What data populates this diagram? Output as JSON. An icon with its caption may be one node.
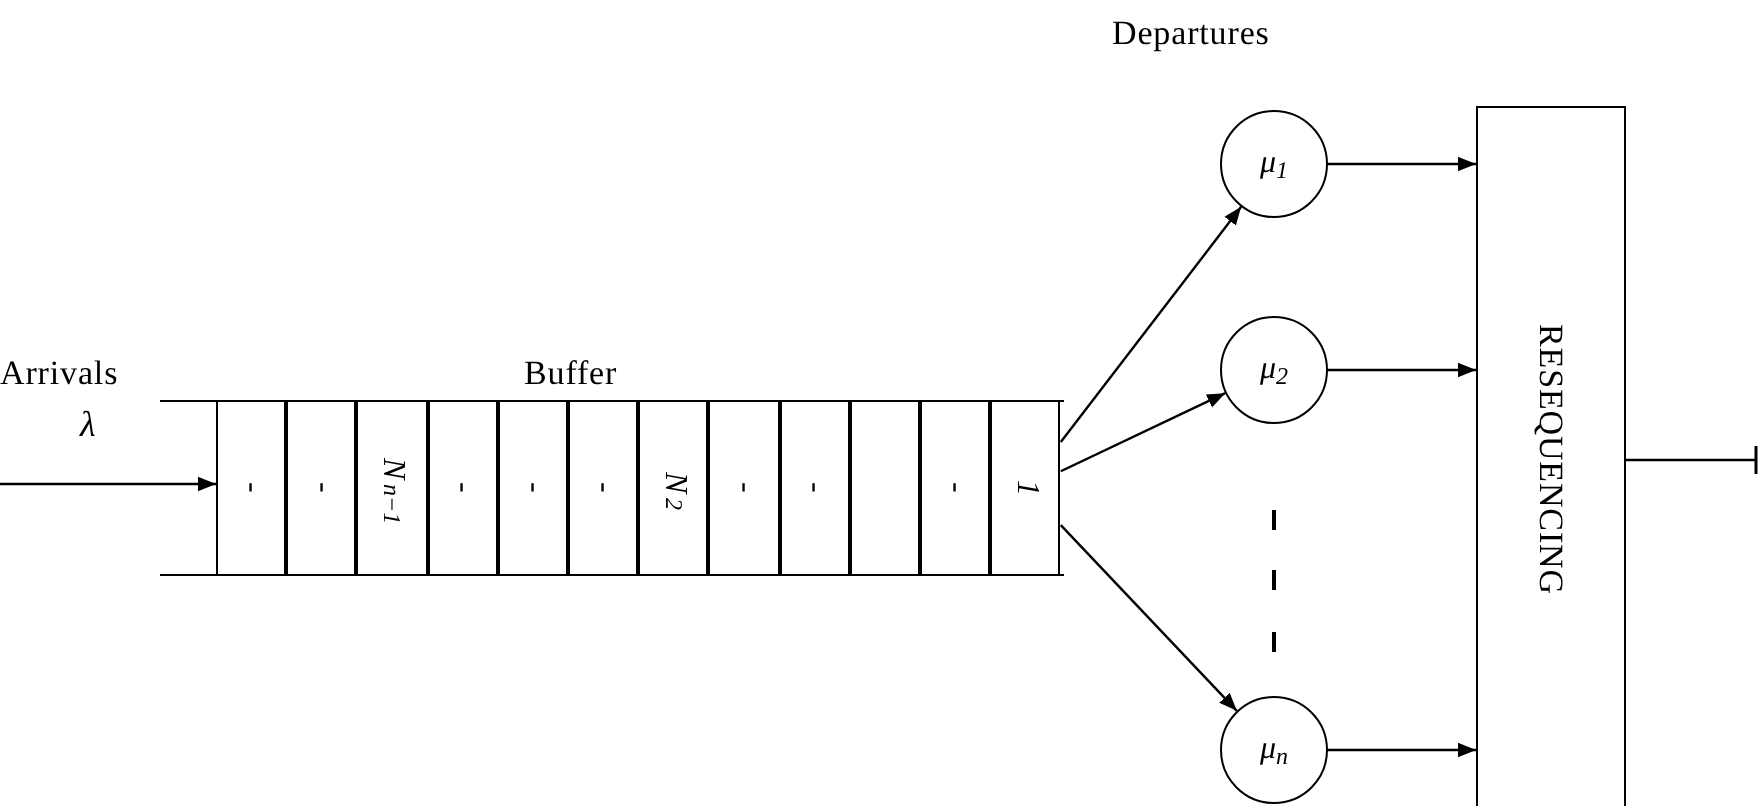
{
  "diagram": {
    "nodes": [
      {
        "text": [
          "Buffer"
        ]
      },
      {
        "text": [
          "-"
        ],
        "in": 0
      },
      {
        "text": [
          "-"
        ],
        "in": 0
      },
      {
        "text": [
          "N$_{n−1}$"
        ],
        "in": 0
      },
      {
        "text": [
          "-"
        ],
        "in": 0
      },
      {
        "text": [
          "-"
        ],
        "in": 0
      },
      {
        "text": [
          "-"
        ],
        "in": 0
      },
      {
        "text": [
          "N$_{2}$"
        ],
        "in": 0
      },
      {
        "text": [
          "-"
        ],
        "in": 0
      },
      {
        "text": [
          "-"
        ],
        "in": 0
      },
      {
        "text": [],
        "shape": "box",
        "in": 0
      },
      {
        "text": [
          "-"
        ],
        "in": 0
      },
      {
        "text": [
          "1"
        ],
        "in": 0
      },
      {
        "text": [
          "μ$_{1}$"
        ]
      },
      {
        "text": [
          "μ$_{2}$"
        ]
      },
      {
        "text": [
          "μ$_{n}$"
        ]
      },
      {
        "text": [
          "RESEQUENCING"
        ]
      }
    ],
    "edges": [
      {
        "from": null,
        "to": 1,
        "arrow": "to",
        "label": "λ"
      },
      {
        "from": 12,
        "to": 13,
        "arrow": "to"
      },
      {
        "from": 12,
        "to": 14,
        "arrow": "to"
      },
      {
        "from": 12,
        "to": 15,
        "arrow": "to"
      },
      {
        "from": 13,
        "to": 16,
        "arrow": "to"
      },
      {
        "from": 14,
        "to": 16,
        "arrow": "to"
      },
      {
        "from": 15,
        "to": 16,
        "arrow": "to"
      },
      {
        "from": 16,
        "to": null,
        "arrow": "other"
      }
    ],
    "labels": [
      "Arrivals",
      "Departures"
    ]
  }
}
